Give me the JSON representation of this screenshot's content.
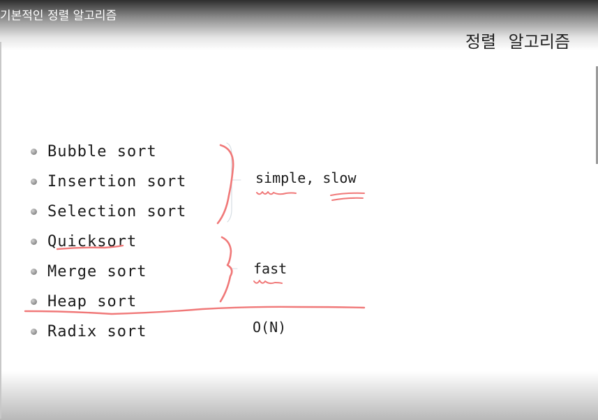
{
  "video": {
    "title": "기본적인 정렬 알고리즘"
  },
  "slide": {
    "heading": "정렬 알고리즘",
    "algorithms": [
      {
        "label": "Bubble sort"
      },
      {
        "label": "Insertion sort"
      },
      {
        "label": "Selection sort"
      },
      {
        "label": "Quicksort"
      },
      {
        "label": "Merge sort"
      },
      {
        "label": "Heap sort"
      },
      {
        "label": "Radix sort"
      }
    ],
    "notes": {
      "simple_slow": "simple, slow",
      "fast": "fast",
      "linear": "O(N)"
    }
  },
  "colors": {
    "annotation_ink": "#f07878",
    "text": "#1a1a1a",
    "background": "#ffffff"
  }
}
